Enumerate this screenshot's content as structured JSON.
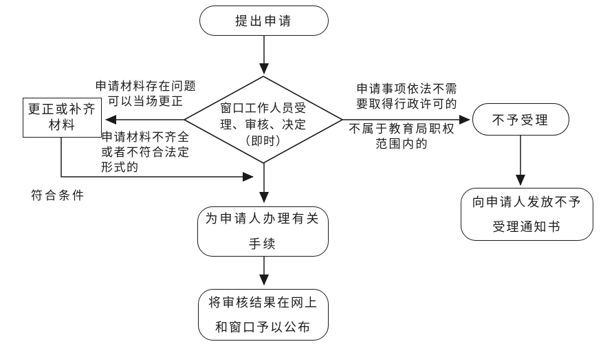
{
  "colors": {
    "ink": "#1a1a1a",
    "background": "#ffffff"
  },
  "flowchart": {
    "nodes": {
      "start": "提出申请",
      "decision": "窗口工作人员受\n理、审核、决定\n（即时）",
      "correct_materials": "更正或补齐\n材料",
      "process_formalities": "为申请人办理有关\n手续",
      "publish_result": "将审核结果在网上\n和窗口予以公布",
      "reject": "不予受理",
      "issue_notice": "向申请人发放不予\n受理通知书"
    },
    "edge_labels": {
      "problem_correctable": "申请材料存在问题\n可以当场更正",
      "incomplete_materials": "申请材料不齐全\n或者不符合法定\n形式的",
      "qualified": "符合条件",
      "no_license_required": "申请事项依法不需\n要取得行政许可的",
      "not_in_jurisdiction": "不属于教育局职权\n范围内的"
    }
  }
}
